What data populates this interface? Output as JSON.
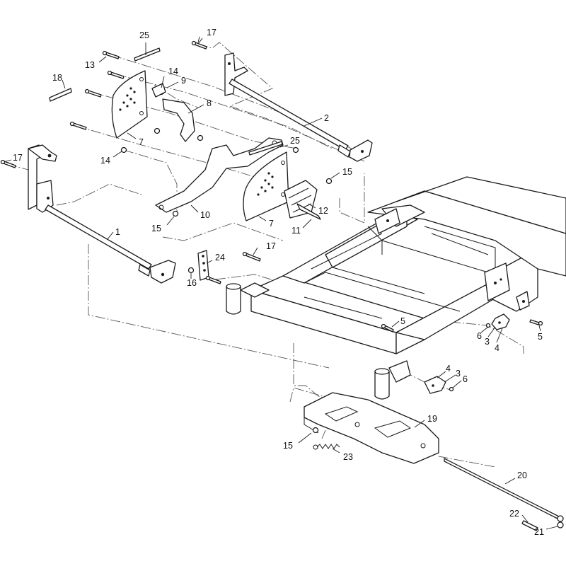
{
  "callouts": [
    {
      "id": "c25a",
      "label": "25"
    },
    {
      "id": "c17a",
      "label": "17"
    },
    {
      "id": "c13",
      "label": "13"
    },
    {
      "id": "c18",
      "label": "18"
    },
    {
      "id": "c14a",
      "label": "14"
    },
    {
      "id": "c9",
      "label": "9"
    },
    {
      "id": "c8",
      "label": "8"
    },
    {
      "id": "c2",
      "label": "2"
    },
    {
      "id": "c7a",
      "label": "7"
    },
    {
      "id": "c14b",
      "label": "14"
    },
    {
      "id": "c25b",
      "label": "25"
    },
    {
      "id": "c17b",
      "label": "17"
    },
    {
      "id": "c15a",
      "label": "15"
    },
    {
      "id": "c12",
      "label": "12"
    },
    {
      "id": "c10",
      "label": "10"
    },
    {
      "id": "c15b",
      "label": "15"
    },
    {
      "id": "c7b",
      "label": "7"
    },
    {
      "id": "c11",
      "label": "11"
    },
    {
      "id": "c1",
      "label": "1"
    },
    {
      "id": "c17c",
      "label": "17"
    },
    {
      "id": "c24",
      "label": "24"
    },
    {
      "id": "c16",
      "label": "16"
    },
    {
      "id": "c5a",
      "label": "5"
    },
    {
      "id": "c6a",
      "label": "6"
    },
    {
      "id": "c3a",
      "label": "3"
    },
    {
      "id": "c4a",
      "label": "4"
    },
    {
      "id": "c5b",
      "label": "5"
    },
    {
      "id": "c4b",
      "label": "4"
    },
    {
      "id": "c3b",
      "label": "3"
    },
    {
      "id": "c6b",
      "label": "6"
    },
    {
      "id": "c19",
      "label": "19"
    },
    {
      "id": "c15c",
      "label": "15"
    },
    {
      "id": "c23",
      "label": "23"
    },
    {
      "id": "c20",
      "label": "20"
    },
    {
      "id": "c22",
      "label": "22"
    },
    {
      "id": "c21",
      "label": "21"
    }
  ]
}
